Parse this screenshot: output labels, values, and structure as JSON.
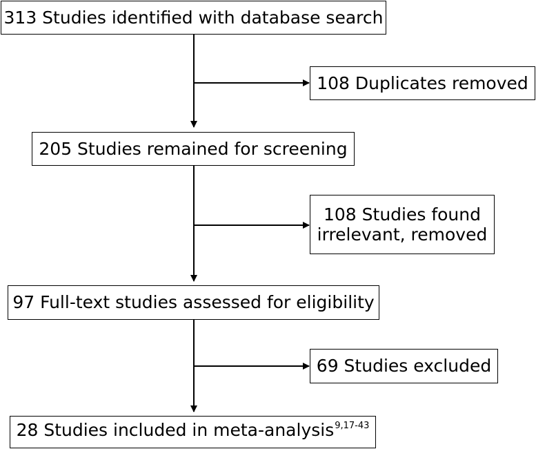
{
  "flowchart": {
    "main": [
      {
        "id": "search",
        "text": "313 Studies identified with database search"
      },
      {
        "id": "screen",
        "text": "205 Studies remained for screening"
      },
      {
        "id": "fulltext",
        "text": "97 Full-text studies assessed for eligibility"
      },
      {
        "id": "included",
        "text": "28 Studies included in meta-analysis",
        "superscript": "9,17-43"
      }
    ],
    "side": [
      {
        "id": "duplicates",
        "text": "108 Duplicates removed"
      },
      {
        "id": "irrelevant",
        "line1": "108 Studies found",
        "line2": "irrelevant, removed"
      },
      {
        "id": "excluded",
        "text": "69 Studies excluded"
      }
    ]
  }
}
